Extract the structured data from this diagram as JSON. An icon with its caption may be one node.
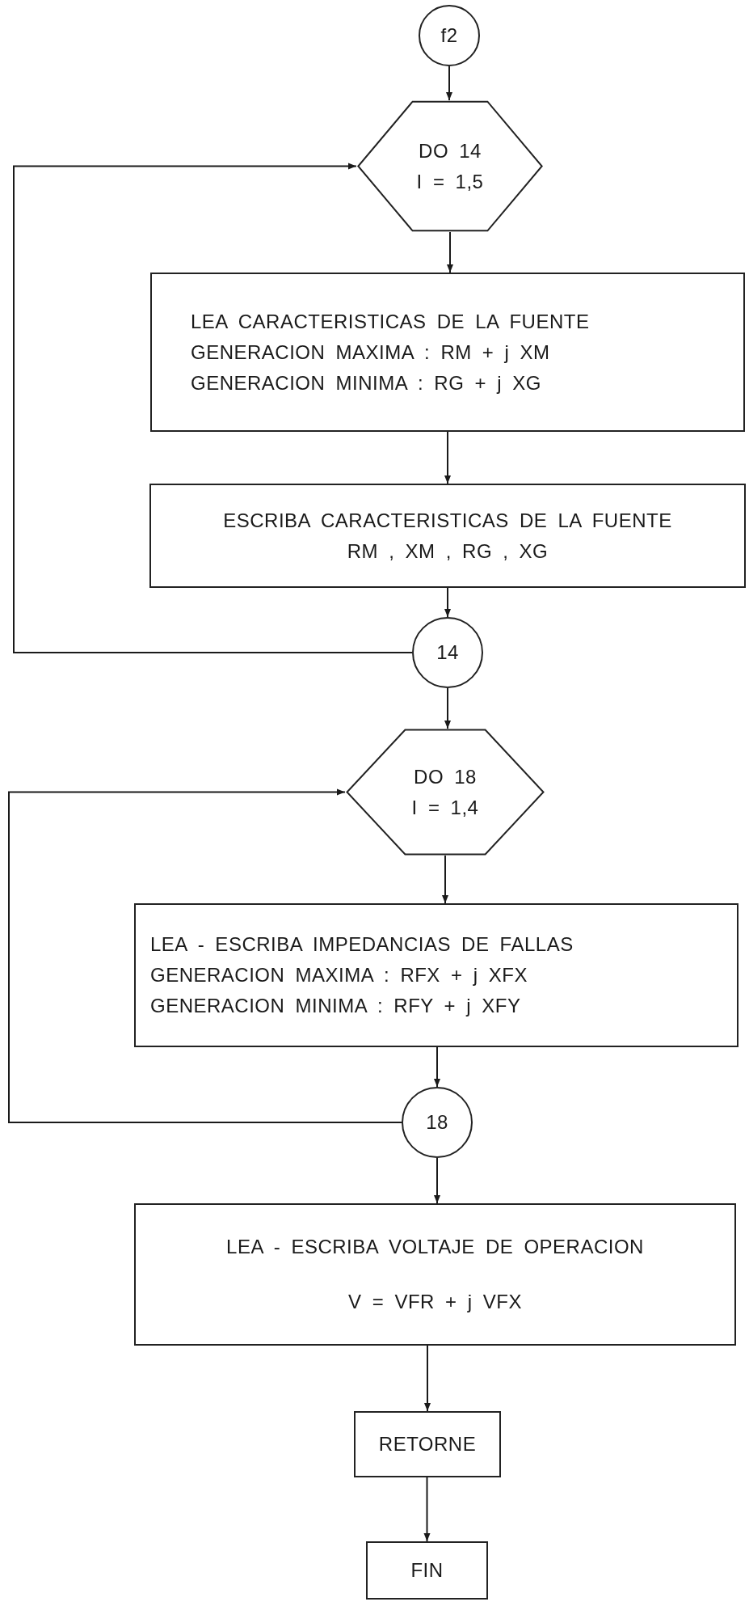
{
  "diagram": {
    "nodes": [
      {
        "text": [
          "f2"
        ]
      },
      {
        "text": [
          "DO 14",
          "I = 1,5"
        ]
      },
      {
        "text": [
          "LEA CARACTERISTICAS DE LA FUENTE",
          "GENERACION MAXIMA : RM + j XM",
          "GENERACION MINIMA : RG + j XG"
        ]
      },
      {
        "text": [
          "ESCRIBA CARACTERISTICAS DE LA FUENTE",
          "RM , XM , RG , XG"
        ]
      },
      {
        "text": [
          "14"
        ]
      },
      {
        "text": [
          "DO 18",
          "I = 1,4"
        ]
      },
      {
        "text": [
          "LEA - ESCRIBA IMPEDANCIAS DE FALLAS",
          "GENERACION MAXIMA : RFX + j XFX",
          "GENERACION MINIMA : RFY + j XFY"
        ]
      },
      {
        "text": [
          "18"
        ]
      },
      {
        "text": [
          "LEA - ESCRIBA VOLTAJE DE OPERACION",
          "V = VFR + j VFX"
        ]
      },
      {
        "text": [
          "RETORNE"
        ]
      },
      {
        "text": [
          "FIN"
        ]
      }
    ],
    "edges": [
      {
        "from": 0,
        "to": 1,
        "arrow": "to"
      },
      {
        "from": 1,
        "to": 2,
        "arrow": "to"
      },
      {
        "from": 2,
        "to": 3,
        "arrow": "to"
      },
      {
        "from": 3,
        "to": 4,
        "arrow": "to"
      },
      {
        "from": 4,
        "to": 1,
        "arrow": "to"
      },
      {
        "from": 4,
        "to": 5,
        "arrow": "to"
      },
      {
        "from": 5,
        "to": 6,
        "arrow": "to"
      },
      {
        "from": 6,
        "to": 7,
        "arrow": "to"
      },
      {
        "from": 7,
        "to": 5,
        "arrow": "to"
      },
      {
        "from": 7,
        "to": 8,
        "arrow": "to"
      },
      {
        "from": 8,
        "to": 9,
        "arrow": "to"
      },
      {
        "from": 9,
        "to": 10,
        "arrow": "to"
      }
    ]
  }
}
